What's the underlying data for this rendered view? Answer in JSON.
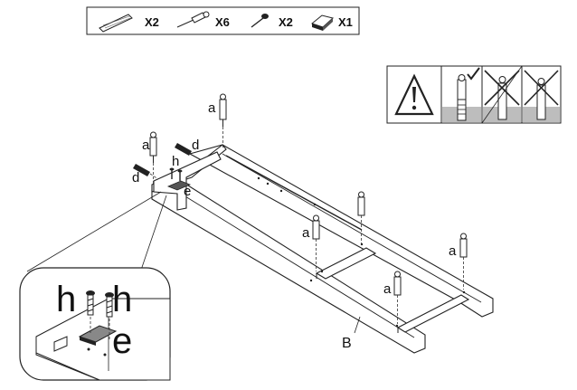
{
  "parts": [
    {
      "id": "d",
      "icon": "wood-dowel-icon",
      "qty": "X2"
    },
    {
      "id": "a",
      "icon": "cam-bolt-icon",
      "qty": "X6"
    },
    {
      "id": "h",
      "icon": "screw-icon",
      "qty": "X2"
    },
    {
      "id": "e",
      "icon": "bracket-plate-icon",
      "qty": "X1"
    }
  ],
  "warning": {
    "icons": [
      "warning-triangle-icon",
      "bolt-correct-icon",
      "bolt-incorrect-icon",
      "bolt-overtightened-icon"
    ]
  },
  "labels": {
    "a": "a",
    "d": "d",
    "h": "h",
    "e": "e",
    "B": "B"
  },
  "detail": {
    "h": "h",
    "e": "e"
  },
  "colors": {
    "line": "#222222",
    "background": "#ffffff",
    "shade": "#bdbdbd"
  }
}
